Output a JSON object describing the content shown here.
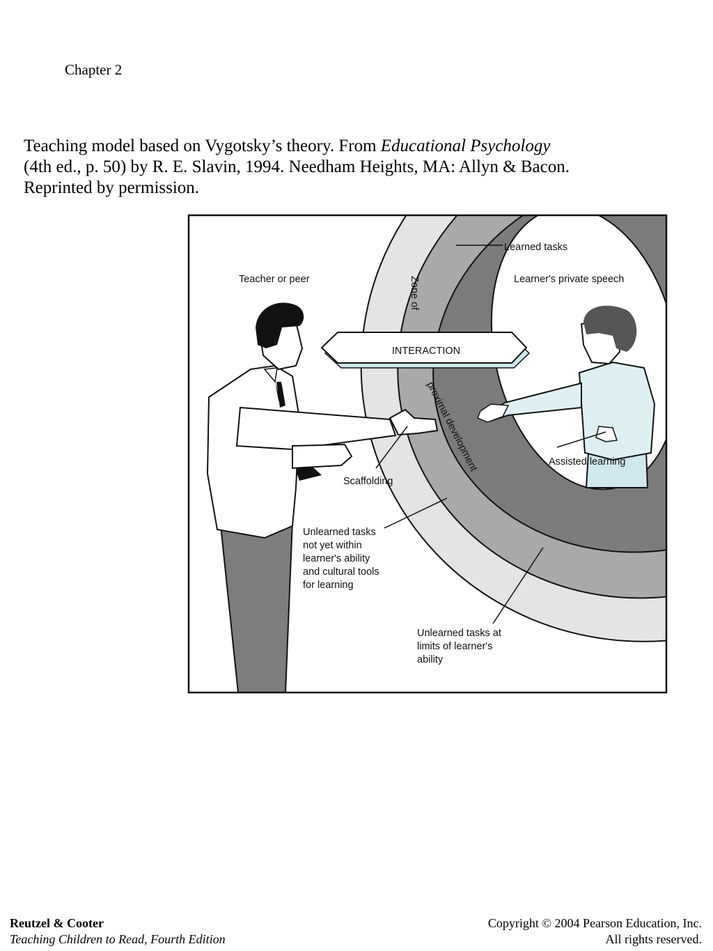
{
  "header": {
    "chapter": "Chapter 2"
  },
  "caption": {
    "before_title": "Teaching model based on Vygotsky’s theory. From ",
    "title": "Educational Psychology",
    "line2": "(4th ed., p. 50) by R. E. Slavin, 1994. Needham Heights, MA: Allyn & Bacon.",
    "line3": "Reprinted by permission."
  },
  "figure": {
    "labels": {
      "teacher": "Teacher or peer",
      "learned_tasks": "Learned tasks",
      "private_speech": "Learner's private speech",
      "zone_of": "Zone of",
      "interaction": "INTERACTION",
      "proximal_development": "proximal development",
      "scaffolding": "Scaffolding",
      "assisted_learning": "Assisted learning",
      "unlearned_within": [
        "Unlearned tasks",
        "not yet within",
        "learner's ability",
        "and cultural tools",
        "for learning"
      ],
      "unlearned_limits": [
        "Unlearned tasks at",
        "limits of learner's",
        "ability"
      ]
    },
    "colors": {
      "outer_band": "#e4e4e4",
      "middle_band": "#a9a9a9",
      "inner_band": "#7b7b7b",
      "learner_shirt": "#dff0f3",
      "teacher_pants": "#7d7d7d"
    }
  },
  "footer": {
    "authors": "Reutzel & Cooter",
    "book": "Teaching Children to Read, Fourth Edition",
    "copyright": "Copyright © 2004 Pearson Education, Inc.",
    "rights": "All rights reserved."
  }
}
